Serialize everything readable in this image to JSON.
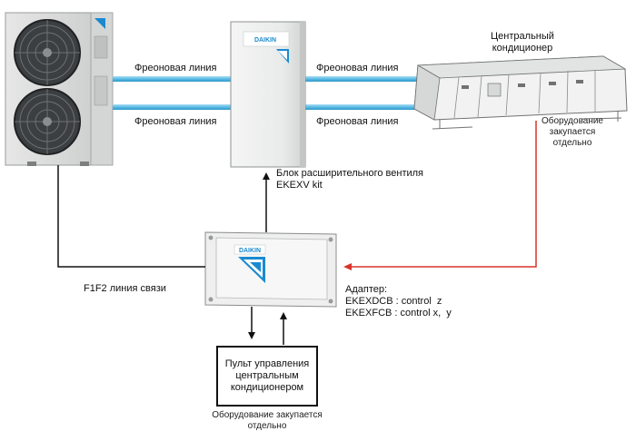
{
  "colors": {
    "freon_pipe": "#5bbbe6",
    "signal_red": "#d8342a",
    "wire_black": "#111111",
    "daikin_blue": "#1a8ad0"
  },
  "brand": {
    "logo_text": "DAIKIN"
  },
  "freon": {
    "left_top": "Фреоновая линия",
    "left_bottom": "Фреоновая линия",
    "right_top": "Фреоновая линия",
    "right_bottom": "Фреоновая линия"
  },
  "central_ac": {
    "title_line1": "Центральный",
    "title_line2": "кондиционер",
    "note_line1": "Оборудование",
    "note_line2": "закупается",
    "note_line3": "отдельно"
  },
  "valve_block": {
    "line1": "Блок расширительного вентиля",
    "line2": "EKEXV kit"
  },
  "link_line": "F1F2 линия связи",
  "adapter": {
    "title": "Адаптер:",
    "line1": "EKEXDCB : control  z",
    "line2": "EKEXFCB : control x,  y"
  },
  "controller": {
    "line1": "Пульт управления",
    "line2": "центральным",
    "line3": "кондиционером",
    "note_line1": "Оборудование закупается",
    "note_line2": "отдельно"
  }
}
